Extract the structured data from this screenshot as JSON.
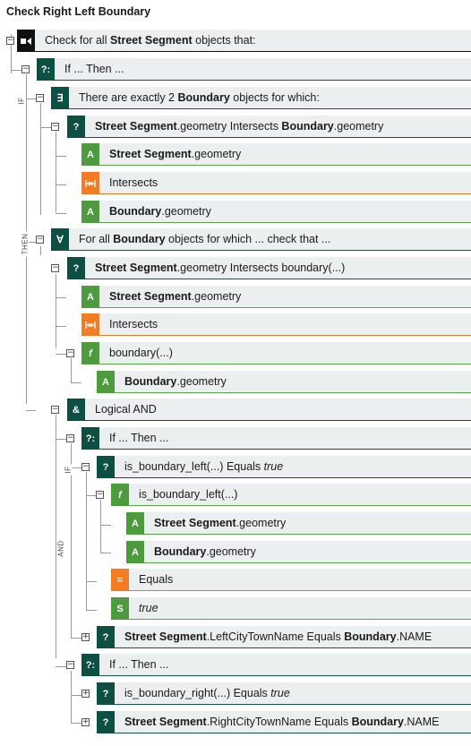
{
  "title": "Check Right Left Boundary",
  "side_labels": {
    "if1": "IF",
    "then1": "THEN",
    "if2": "IF",
    "and1": "AND"
  },
  "rows": [
    {
      "parts": [
        {
          "t": "Check for all "
        },
        {
          "t": "Street Segment",
          "b": true
        },
        {
          "t": " objects that:"
        }
      ]
    },
    {
      "parts": [
        {
          "t": "If ... Then ..."
        }
      ]
    },
    {
      "parts": [
        {
          "t": "There are exactly 2 "
        },
        {
          "t": "Boundary",
          "b": true
        },
        {
          "t": " objects for which:"
        }
      ]
    },
    {
      "parts": [
        {
          "t": "Street Segment",
          "b": true
        },
        {
          "t": ".geometry Intersects "
        },
        {
          "t": "Boundary",
          "b": true
        },
        {
          "t": ".geometry"
        }
      ]
    },
    {
      "parts": [
        {
          "t": "Street Segment",
          "b": true
        },
        {
          "t": ".geometry"
        }
      ]
    },
    {
      "parts": [
        {
          "t": "Intersects"
        }
      ]
    },
    {
      "parts": [
        {
          "t": "Boundary",
          "b": true
        },
        {
          "t": ".geometry"
        }
      ]
    },
    {
      "parts": [
        {
          "t": "For all "
        },
        {
          "t": "Boundary",
          "b": true
        },
        {
          "t": " objects for which ... check that ..."
        }
      ]
    },
    {
      "parts": [
        {
          "t": "Street Segment",
          "b": true
        },
        {
          "t": ".geometry Intersects boundary(...)"
        }
      ]
    },
    {
      "parts": [
        {
          "t": "Street Segment",
          "b": true
        },
        {
          "t": ".geometry"
        }
      ]
    },
    {
      "parts": [
        {
          "t": "Intersects"
        }
      ]
    },
    {
      "parts": [
        {
          "t": "boundary(...)"
        }
      ]
    },
    {
      "parts": [
        {
          "t": "Boundary",
          "b": true
        },
        {
          "t": ".geometry"
        }
      ]
    },
    {
      "parts": [
        {
          "t": "Logical AND"
        }
      ]
    },
    {
      "parts": [
        {
          "t": "If ... Then ..."
        }
      ]
    },
    {
      "parts": [
        {
          "t": "is_boundary_left(...) Equals "
        },
        {
          "t": "true",
          "i": true
        }
      ]
    },
    {
      "parts": [
        {
          "t": "is_boundary_left(...)"
        }
      ]
    },
    {
      "parts": [
        {
          "t": "Street Segment",
          "b": true
        },
        {
          "t": ".geometry"
        }
      ]
    },
    {
      "parts": [
        {
          "t": "Boundary",
          "b": true
        },
        {
          "t": ".geometry"
        }
      ]
    },
    {
      "parts": [
        {
          "t": "Equals"
        }
      ]
    },
    {
      "parts": [
        {
          "t": "true",
          "i": true
        }
      ]
    },
    {
      "parts": [
        {
          "t": "Street Segment",
          "b": true
        },
        {
          "t": ".LeftCityTownName Equals "
        },
        {
          "t": "Boundary",
          "b": true
        },
        {
          "t": ".NAME"
        }
      ]
    },
    {
      "parts": [
        {
          "t": "If ... Then ..."
        }
      ]
    },
    {
      "parts": [
        {
          "t": "is_boundary_right(...) Equals "
        },
        {
          "t": "true",
          "i": true
        }
      ]
    },
    {
      "parts": [
        {
          "t": "Street Segment",
          "b": true
        },
        {
          "t": ".RightCityTownName Equals "
        },
        {
          "t": "Boundary",
          "b": true
        },
        {
          "t": ".NAME"
        }
      ]
    }
  ],
  "badges": [
    "check-icon",
    "if-then-icon",
    "exists-icon",
    "question-icon",
    "attribute-icon",
    "intersects-icon",
    "attribute-icon",
    "forall-icon",
    "question-icon",
    "attribute-icon",
    "intersects-icon",
    "function-icon",
    "attribute-icon",
    "and-icon",
    "if-then-icon",
    "question-icon",
    "function-icon",
    "attribute-icon",
    "attribute-icon",
    "equals-icon",
    "string-icon",
    "question-icon",
    "if-then-icon",
    "question-icon",
    "question-icon"
  ],
  "badge_glyphs": {
    "if-then-icon": "?:",
    "exists-icon": "∃",
    "question-icon": "?",
    "attribute-icon": "A",
    "forall-icon": "∀",
    "function-icon": "f",
    "and-icon": "&",
    "equals-icon": "=",
    "string-icon": "S",
    "intersects-icon": "",
    "check-icon": ""
  },
  "toggles": [
    "−",
    "−",
    "−",
    "−",
    "−",
    "−",
    "−",
    "−",
    "−",
    "−",
    "−",
    "−",
    "+",
    "−",
    "+",
    "+"
  ]
}
